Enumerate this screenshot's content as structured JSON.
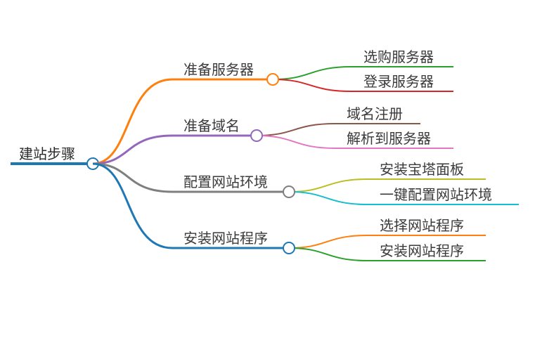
{
  "root": {
    "label": "建站步骤",
    "color": "#1f77b4"
  },
  "branches": [
    {
      "label": "准备服务器",
      "color": "#ff7f0e",
      "children": [
        {
          "label": "选购服务器",
          "color": "#2ca02c"
        },
        {
          "label": "登录服务器",
          "color": "#d62728"
        }
      ]
    },
    {
      "label": "准备域名",
      "color": "#9467bd",
      "children": [
        {
          "label": "域名注册",
          "color": "#8c564b"
        },
        {
          "label": "解析到服务器",
          "color": "#e377c2"
        }
      ]
    },
    {
      "label": "配置网站环境",
      "color": "#7f7f7f",
      "children": [
        {
          "label": "安装宝塔面板",
          "color": "#bcbd22"
        },
        {
          "label": "一键配置网站环境",
          "color": "#17becf"
        }
      ]
    },
    {
      "label": "安装网站程序",
      "color": "#1f77b4",
      "children": [
        {
          "label": "选择网站程序",
          "color": "#ff7f0e"
        },
        {
          "label": "安装网站程序",
          "color": "#2ca02c"
        }
      ]
    }
  ]
}
